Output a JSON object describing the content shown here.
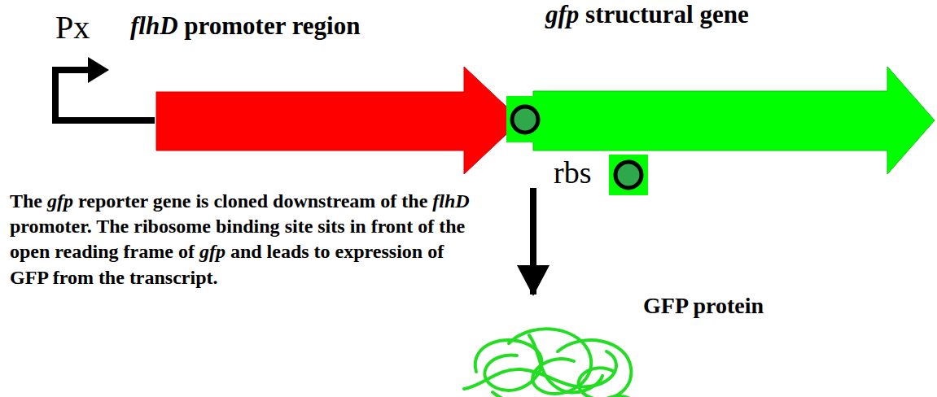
{
  "diagram": {
    "nodes": [
      {
        "text": [
          "flhD promoter region"
        ]
      },
      {
        "text": [
          "gfp structural gene"
        ]
      },
      {
        "text": [
          "GFP protein"
        ]
      }
    ],
    "edges": [
      {
        "from": 1,
        "to": 2,
        "arrow": "to"
      }
    ],
    "labels": [
      "Px",
      "rbs",
      "The gfp reporter gene is cloned downstream of the flhD promoter. The ribosome binding site sits in front of the open reading frame of gfp and leads to expression of GFP from the transcript."
    ]
  }
}
